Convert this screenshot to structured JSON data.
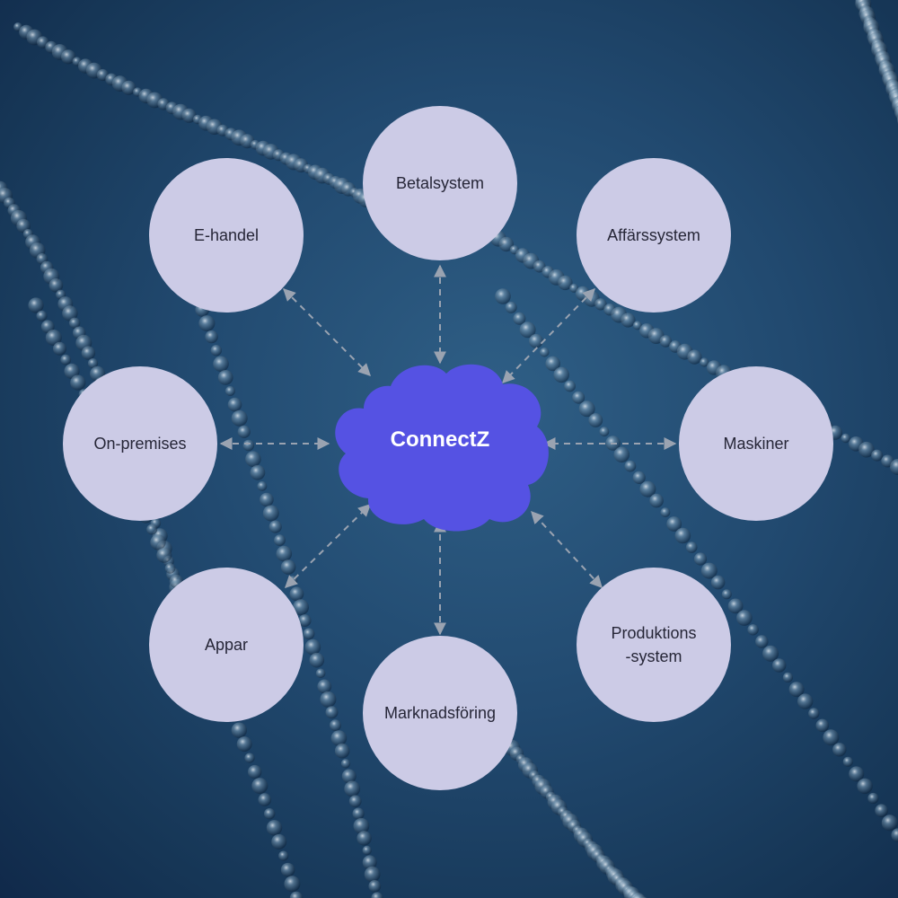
{
  "colors": {
    "node_fill": "#cccbe6",
    "node_text": "#262637",
    "hub_fill": "#5552e3",
    "hub_text": "#ffffff",
    "connector": "#9aa3b1",
    "background": "#1e456a"
  },
  "diagram": {
    "hub": {
      "label": "ConnectZ"
    },
    "nodes": [
      {
        "id": "betalsystem",
        "label": "Betalsystem"
      },
      {
        "id": "affarssystem",
        "label": "Affärssystem"
      },
      {
        "id": "maskiner",
        "label": "Maskiner"
      },
      {
        "id": "produktionssystem",
        "label": "Produktions\n-system"
      },
      {
        "id": "marknadsforing",
        "label": "Marknadsföring"
      },
      {
        "id": "appar",
        "label": "Appar"
      },
      {
        "id": "on-premises",
        "label": "On-premises"
      },
      {
        "id": "e-handel",
        "label": "E-handel"
      }
    ],
    "connections": [
      {
        "from": "ConnectZ",
        "to": "Betalsystem",
        "direction": "bidirectional"
      },
      {
        "from": "ConnectZ",
        "to": "Affärssystem",
        "direction": "bidirectional"
      },
      {
        "from": "ConnectZ",
        "to": "Maskiner",
        "direction": "bidirectional"
      },
      {
        "from": "ConnectZ",
        "to": "Produktions-system",
        "direction": "bidirectional"
      },
      {
        "from": "ConnectZ",
        "to": "Marknadsföring",
        "direction": "bidirectional"
      },
      {
        "from": "ConnectZ",
        "to": "Appar",
        "direction": "bidirectional"
      },
      {
        "from": "ConnectZ",
        "to": "On-premises",
        "direction": "bidirectional"
      },
      {
        "from": "ConnectZ",
        "to": "E-handel",
        "direction": "bidirectional"
      }
    ]
  }
}
